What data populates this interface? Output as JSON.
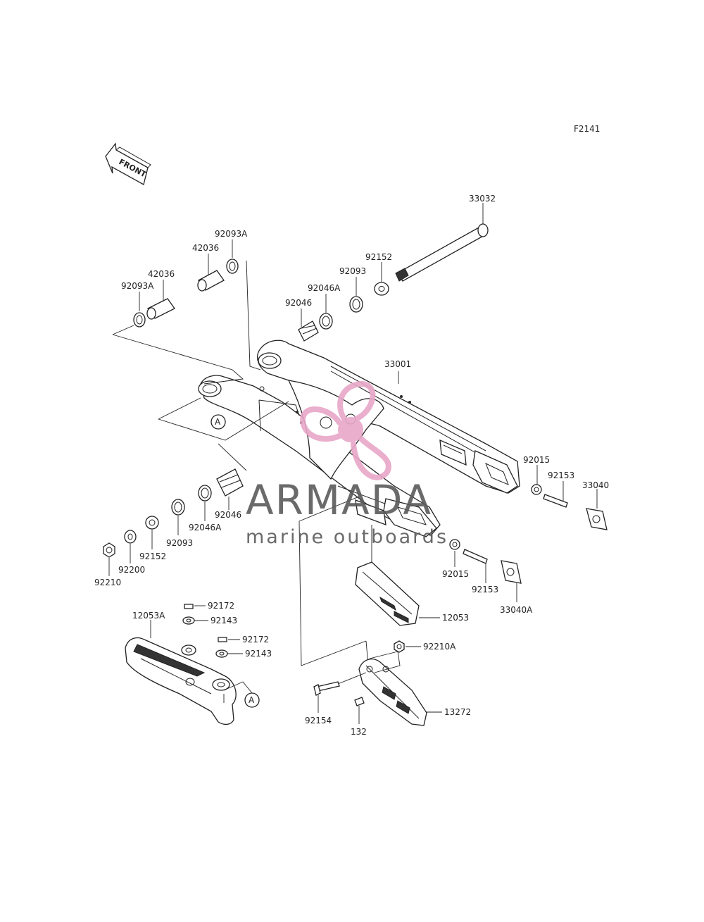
{
  "diagram": {
    "code": "F2141",
    "front_label": "FRONT",
    "watermark": {
      "brand": "ARMADA",
      "tagline": "marine outboards",
      "logo_color": "#e8a7c8",
      "text_color": "#5a5a5a"
    },
    "markers": [
      "A",
      "A"
    ],
    "parts": {
      "p33032": "33032",
      "p92152_top": "92152",
      "p92093_top": "92093",
      "p92046A_top": "92046A",
      "p92046_top": "92046",
      "p92093A_top": "92093A",
      "p42036_top": "42036",
      "p42036_left": "42036",
      "p92093A_left": "92093A",
      "p33001": "33001",
      "p92015_right": "92015",
      "p92153_right": "92153",
      "p33040": "33040",
      "p92046_mid": "92046",
      "p92046A_mid": "92046A",
      "p92093_mid": "92093",
      "p92152_mid": "92152",
      "p92200": "92200",
      "p92210": "92210",
      "p92015_mid": "92015",
      "p92153_mid": "92153",
      "p33040A": "33040A",
      "p12053": "12053",
      "p12053A": "12053A",
      "p92172_a": "92172",
      "p92143_a": "92143",
      "p92172_b": "92172",
      "p92143_b": "92143",
      "p92210A": "92210A",
      "p13272": "13272",
      "p92154": "92154",
      "p132": "132"
    }
  }
}
